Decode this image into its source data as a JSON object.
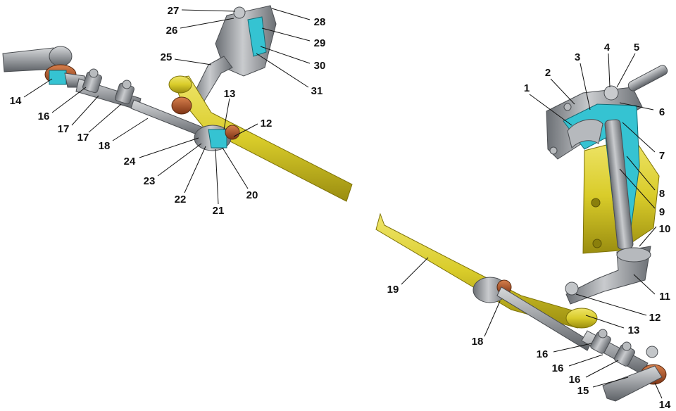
{
  "colors": {
    "rod_yellow": "#d9cc2a",
    "rod_yellow_dark": "#a79a14",
    "steel_gray": "#8d9094",
    "steel_dark": "#5d6166",
    "steel_light": "#c3c6c9",
    "cutaway_cyan": "#35c3d2",
    "boot_copper": "#b4572b",
    "label_text": "#111111"
  },
  "callouts": [
    {
      "n": "1"
    },
    {
      "n": "2"
    },
    {
      "n": "3"
    },
    {
      "n": "4"
    },
    {
      "n": "5"
    },
    {
      "n": "6"
    },
    {
      "n": "7"
    },
    {
      "n": "8"
    },
    {
      "n": "9"
    },
    {
      "n": "10"
    },
    {
      "n": "11"
    },
    {
      "n": "12"
    },
    {
      "n": "13"
    },
    {
      "n": "12"
    },
    {
      "n": "13"
    },
    {
      "n": "14"
    },
    {
      "n": "14"
    },
    {
      "n": "15"
    },
    {
      "n": "16"
    },
    {
      "n": "17"
    },
    {
      "n": "16"
    },
    {
      "n": "16"
    },
    {
      "n": "17"
    },
    {
      "n": "16"
    },
    {
      "n": "18"
    },
    {
      "n": "18"
    },
    {
      "n": "19"
    },
    {
      "n": "20"
    },
    {
      "n": "21"
    },
    {
      "n": "22"
    },
    {
      "n": "23"
    },
    {
      "n": "24"
    },
    {
      "n": "25"
    },
    {
      "n": "26"
    },
    {
      "n": "27"
    },
    {
      "n": "28"
    },
    {
      "n": "29"
    },
    {
      "n": "30"
    },
    {
      "n": "31"
    }
  ]
}
